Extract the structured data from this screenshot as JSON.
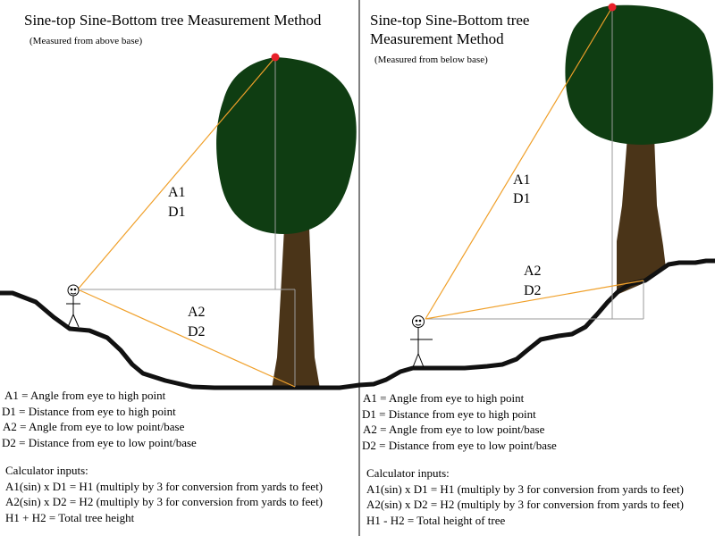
{
  "left_panel": {
    "title": "Sine-top Sine-Bottom tree Measurement Method",
    "subtitle": "(Measured from above base)",
    "label_a1": "A1",
    "label_d1": "D1",
    "label_a2": "A2",
    "label_d2": "D2",
    "legend": [
      "A1 = Angle from eye to high point",
      "D1 = Distance from eye to high point",
      "A2 = Angle from eye to low point/base",
      "D2 = Distance from eye to low point/base"
    ],
    "calc_heading": "Calculator inputs:",
    "calc_lines": [
      "A1(sin) x D1 = H1 (multiply by 3 for conversion from yards to feet)",
      "A2(sin) x D2 = H2 (multiply by 3 for conversion from yards to feet)",
      "H1 + H2 = Total tree  height"
    ]
  },
  "right_panel": {
    "title_line1": "Sine-top Sine-Bottom tree",
    "title_line2": "Measurement Method",
    "subtitle": "(Measured from below base)",
    "label_a1": "A1",
    "label_d1": "D1",
    "label_a2": "A2",
    "label_d2": "D2",
    "legend": [
      "A1 = Angle from eye to high point",
      "D1 = Distance from eye to high point",
      "A2 = Angle from eye to low point/base",
      "D2 = Distance from eye to low point/base"
    ],
    "calc_heading": "Calculator inputs:",
    "calc_lines": [
      "A1(sin) x D1 = H1 (multiply by 3 for conversion from yards to feet)",
      "A2(sin) x D2 = H2 (multiply by 3 for conversion from yards to feet)",
      "H1 - H2 = Total height of tree"
    ]
  },
  "colors": {
    "foliage": "#0f3d12",
    "trunk": "#4a3418",
    "sight_line": "#f0a02a",
    "reference_line": "#9a9a9a",
    "ground": "#111111",
    "top_marker": "#e8202a"
  }
}
